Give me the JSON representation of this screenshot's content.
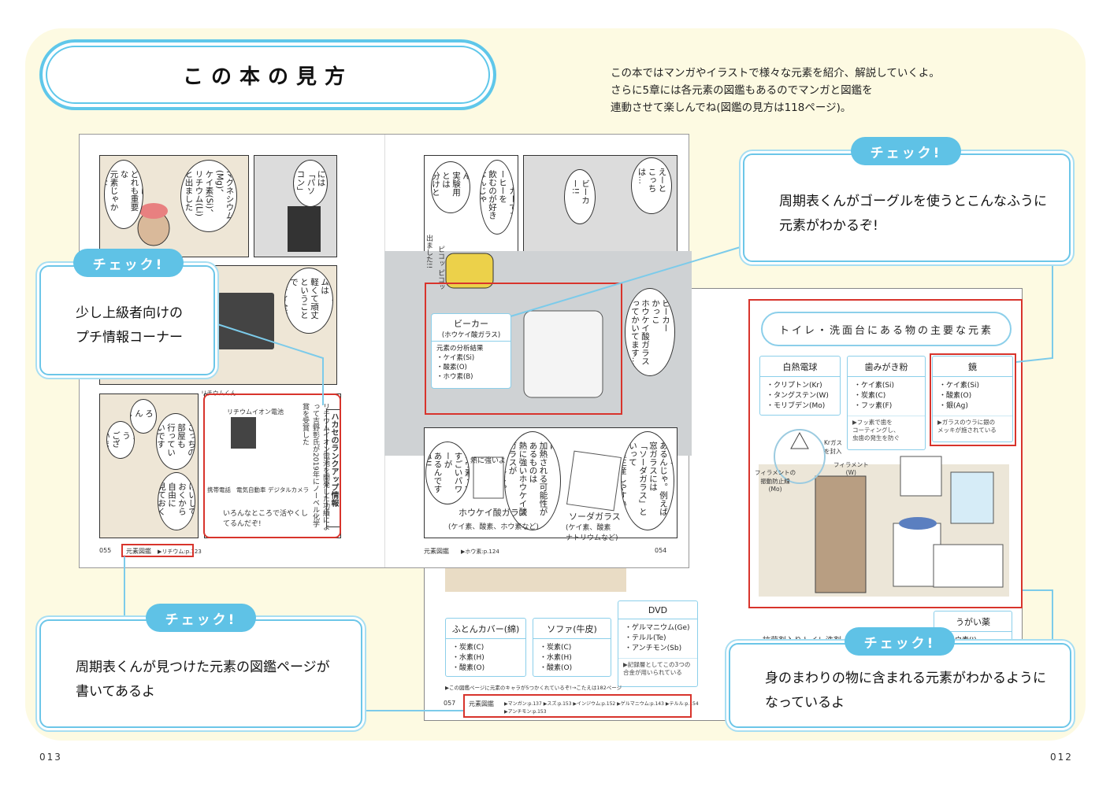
{
  "header": {
    "title": "この本の見方",
    "intro_lines": [
      "この本ではマンガやイラストで様々な元素を紹介、解説していくよ。",
      "さらに5章には各元素の図鑑もあるのでマンガと図鑑を",
      "連動させて楽しんでね(図鑑の見方は118ページ)。"
    ]
  },
  "callouts": [
    {
      "badge": "チェック!",
      "lines": [
        "周期表くんがゴーグルを使うとこんなふうに",
        "元素がわかるぞ!"
      ]
    },
    {
      "badge": "チェック!",
      "lines": [
        "少し上級者向けの",
        "プチ情報コーナー"
      ]
    },
    {
      "badge": "チェック!",
      "lines": [
        "周期表くんが見つけた元素の図鑑ページが",
        "書いてあるよ"
      ]
    },
    {
      "badge": "チェック!",
      "lines": [
        "身のまわりの物に含まれる元素がわかるように",
        "なっているよ"
      ]
    }
  ],
  "manga": {
    "bubbles": [
      "なるほど…\nどれも重要な\n元素じゃからな",
      "マグネシウム(Mg)、\nケイ素(Si)、\nリチウム(Li)\nと出ました",
      "こっちには\n「パソコン」だ",
      "…まず\nマグネシウムは\n軽くて頑丈ということで\nボディ全体に…",
      "ハカセ\nこっちの部屋も\n行っていいですか?",
      "もちろんじゃ",
      "ありがとう\nございます!",
      "ワシは休けいして\nおくから自由に\n見ておくれ",
      "ビーカーでコーヒーを\n飲むのが好きなんじゃ",
      "もちろん\n実験用とは\n分けとるぞ",
      "ビーカー!!",
      "えーと\nこっちは…",
      "ビーカー\nかっこ\nホウケイ酸ガラス\nってかいてます…",
      "ホウ素って\nすごいパワーが\nあるんですね!!",
      "一方ビーカーのように\n加熱される可能性があるものは\n熱に強いホウケイ酸ガラスが\n最適なんじゃ",
      "うむ、ガラスにもいろいろ\nあるんじゃ。例えば窓ガラスには\n「ソーダガラス」といって\n大量生産しやすいものが使われる"
    ],
    "sfx": "ピコッ ピコッ",
    "sfx2": "出ました!!",
    "rank_up": {
      "title": "ハカセのランクアップ情報",
      "text": "リチウムイオン電池を開発した功績によって吉野彰氏が2019年にノーベル化学賞を受賞した",
      "label1": "リチウムイオン電池",
      "label2": "携帯電話",
      "label3": "電気自動車",
      "label4": "デジタルカメラ",
      "note": "いろんなところで活やくしてるんだぞ!",
      "lithium_kun": "リチウムくん"
    },
    "beaker_card": {
      "title": "ビーカー",
      "subtitle": "(ホウケイ酸ガラス)",
      "result_label": "元素の分析結果",
      "items": [
        "・ケイ素(Si)",
        "・酸素(O)",
        "・ホウ素(B)"
      ]
    },
    "glass": {
      "heat_label": "熱に強いよ",
      "borosilicate": "ホウケイ酸ガラス",
      "borosilicate_elems": "(ケイ素、酸素、ホウ素など)",
      "soda": "ソーダガラス",
      "soda_elems": "(ケイ素、酸素\nナトリウムなど)"
    },
    "footer_left": {
      "page": "055",
      "label": "元素図鑑",
      "ref": "▶リチウム:p.123"
    },
    "footer_right": {
      "page": "054",
      "label": "元素図鑑",
      "ref": "▶ホウ素:p.124"
    }
  },
  "zukan": {
    "room_title": "トイレ・洗面台にある物の主要な元素",
    "cards": [
      {
        "title": "白熱電球",
        "items": "・クリプトン(Kr)\n・タングステン(W)\n・モリブデン(Mo)",
        "note": ""
      },
      {
        "title": "歯みがき粉",
        "items": "・ケイ素(Si)\n・炭素(C)\n・フッ素(F)",
        "note": "▶フッ素で歯を\nコーティングし、\n虫歯の発生を防ぐ"
      },
      {
        "title": "鏡",
        "items": "・ケイ素(Si)\n・酸素(O)\n・銀(Ag)",
        "note": "▶ガラスのウラに銀の\nメッキが施されている"
      },
      {
        "title": "ふとんカバー(綿)",
        "items": "・炭素(C)\n・水素(H)\n・酸素(O)",
        "note": ""
      },
      {
        "title": "ソファ(牛皮)",
        "items": "・炭素(C)\n・水素(H)\n・酸素(O)",
        "note": ""
      },
      {
        "title": "DVD",
        "items": "・ゲルマニウム(Ge)\n・テルル(Te)\n・アンチモン(Sb)",
        "note": "▶記録層としてこの3つの\n合金が用いられている"
      },
      {
        "title": "うがい薬",
        "items": "・ヨウ素(I)",
        "note": ""
      }
    ],
    "bulb_labels": [
      "Krガス\nを封入",
      "フィラメント\n(W)",
      "フィラメントの\n振動防止線\n(Mo)"
    ],
    "partial_card": "抗菌剤入りトイレ洗剤",
    "cross_ref": "▶この図鑑ページに元素のキャラが5つかくれているぞ!→こたえは182ページ",
    "footer": {
      "page": "057",
      "label": "元素図鑑",
      "refs": "▶マンガン:p.137 ▶スズ:p.153 ▶インジウム:p.152 ▶ゲルマニウム:p.143 ▶テルル:p.154",
      "refs2": "▶アンチモン:p.153"
    }
  },
  "page_numbers": {
    "left": "013",
    "right": "012"
  },
  "colors": {
    "accent": "#5fc2e6",
    "highlight": "#d8342c",
    "paper": "#fdfae2"
  }
}
